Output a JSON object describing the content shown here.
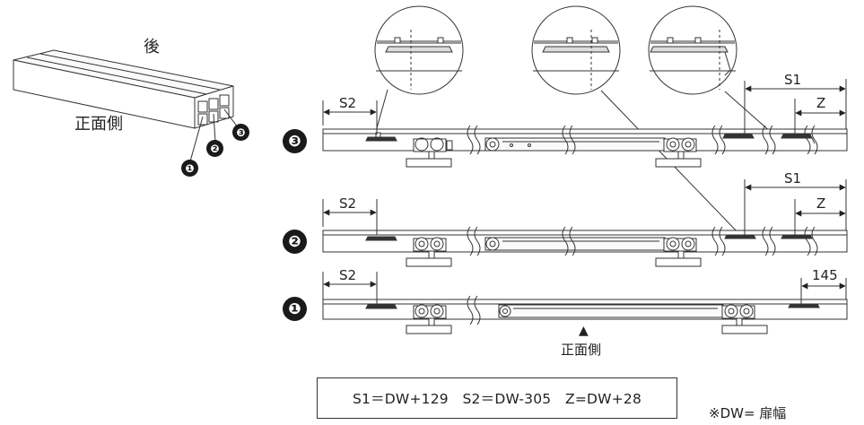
{
  "header": {
    "rear_label": "後",
    "front_label": "正面側"
  },
  "rail_section": {
    "markers": [
      "❶",
      "❷",
      "❸"
    ]
  },
  "rows": [
    {
      "marker": "❸",
      "left_dim": "S2",
      "right_dims": [
        "S1",
        "Z"
      ]
    },
    {
      "marker": "❷",
      "left_dim": "S2",
      "right_dims": [
        "S1",
        "Z"
      ]
    },
    {
      "marker": "❶",
      "left_dim": "S2",
      "right_dims": [
        "145"
      ]
    }
  ],
  "front_indicator": {
    "arrow": "▲",
    "label": "正面側"
  },
  "formula": "S1＝DW+129　S2＝DW-305　Z=DW+28",
  "note": "※DW= 扉幅"
}
